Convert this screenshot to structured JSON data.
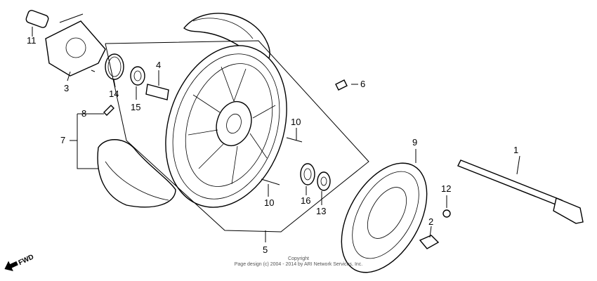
{
  "callouts": [
    "1",
    "2",
    "3",
    "4",
    "5",
    "6",
    "7",
    "8",
    "9",
    "10",
    "10",
    "11",
    "12",
    "13",
    "14",
    "15",
    "16"
  ],
  "fwd_label": "FWD",
  "copyright_line1": "Copyright",
  "copyright_line2": "Page design (c) 2004 - 2014 by ARI Network Services, Inc."
}
